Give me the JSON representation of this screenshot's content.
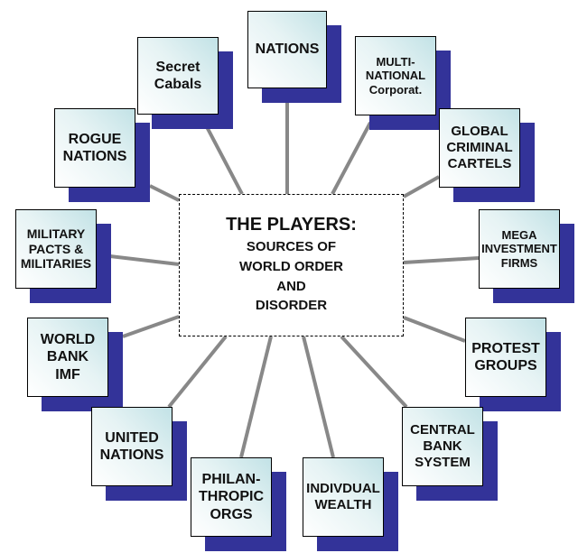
{
  "diagram": {
    "center": {
      "title": "THE PLAYERS:",
      "subtitle": "SOURCES OF\nWORLD ORDER\nAND\nDISORDER"
    },
    "colors": {
      "shadow": "#333399",
      "connector": "#888888",
      "box_gradient_light": "#ffffff",
      "box_gradient_tint": "#c2e2e6"
    },
    "nodes": [
      {
        "id": "nations",
        "label": "NATIONS"
      },
      {
        "id": "secret-cabals",
        "label": "Secret\nCabals"
      },
      {
        "id": "multinational-corporations",
        "label": "MULTI-\nNATIONAL\nCorporat."
      },
      {
        "id": "rogue-nations",
        "label": "ROGUE\nNATIONS"
      },
      {
        "id": "global-criminal-cartels",
        "label": "GLOBAL\nCRIMINAL\nCARTELS"
      },
      {
        "id": "military-pacts",
        "label": "MILITARY\nPACTS &\nMILITARIES"
      },
      {
        "id": "mega-investment-firms",
        "label": "MEGA\nINVESTMENT\nFIRMS"
      },
      {
        "id": "world-bank-imf",
        "label": "WORLD\nBANK\nIMF"
      },
      {
        "id": "protest-groups",
        "label": "PROTEST\nGROUPS"
      },
      {
        "id": "united-nations",
        "label": "UNITED\nNATIONS"
      },
      {
        "id": "central-bank-system",
        "label": "CENTRAL\nBANK\nSYSTEM"
      },
      {
        "id": "philanthropic-orgs",
        "label": "PHILAN-\nTHROPIC\nORGS"
      },
      {
        "id": "individual-wealth",
        "label": "INDIVDUAL\nWEALTH"
      }
    ]
  }
}
